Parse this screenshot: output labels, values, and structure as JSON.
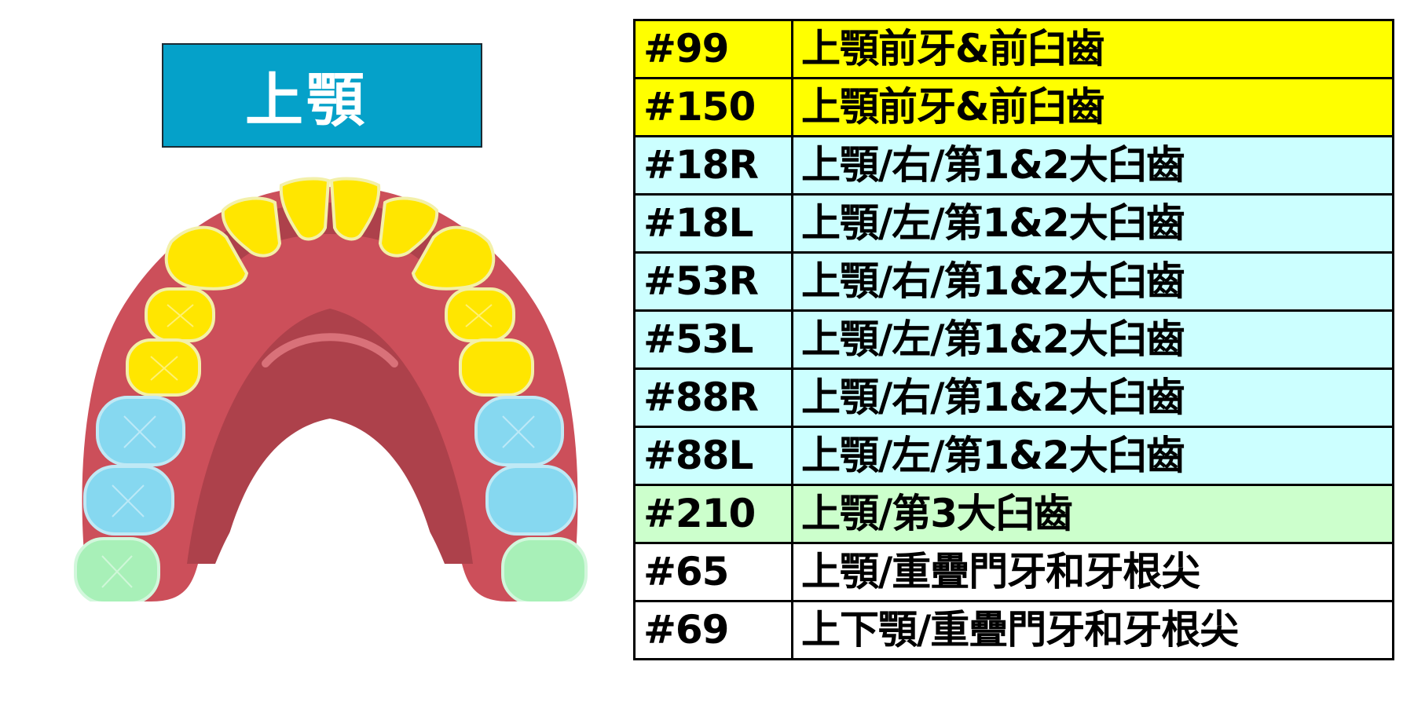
{
  "title": "上顎",
  "colors": {
    "title_bg": "#05a1c9",
    "yellow": "#ffff00",
    "light_blue": "#ccffff",
    "light_green": "#ccffcc",
    "white": "#ffffff",
    "gum": "#cc4f5a",
    "gum_dark": "#ad414b",
    "tooth_yellow": "#ffe600",
    "tooth_blue": "#86d8f0",
    "tooth_green": "#a8f0b8"
  },
  "diagram": {
    "name": "upper-jaw-arch",
    "teeth_groups": [
      {
        "group": "front-teeth-and-premolars",
        "color": "yellow",
        "count": 10
      },
      {
        "group": "first-and-second-molars",
        "color": "blue",
        "count": 4
      },
      {
        "group": "third-molars",
        "color": "green",
        "count": 2
      }
    ]
  },
  "legend": {
    "rows": [
      {
        "code": "#99",
        "label": "上顎前牙&前臼齒",
        "bg": "#ffff00"
      },
      {
        "code": "#150",
        "label": "上顎前牙&前臼齒",
        "bg": "#ffff00"
      },
      {
        "code": "#18R",
        "label": "上顎/右/第1&2大臼齒",
        "bg": "#ccffff"
      },
      {
        "code": "#18L",
        "label": "上顎/左/第1&2大臼齒",
        "bg": "#ccffff"
      },
      {
        "code": "#53R",
        "label": "上顎/右/第1&2大臼齒",
        "bg": "#ccffff"
      },
      {
        "code": "#53L",
        "label": "上顎/左/第1&2大臼齒",
        "bg": "#ccffff"
      },
      {
        "code": "#88R",
        "label": "上顎/右/第1&2大臼齒",
        "bg": "#ccffff"
      },
      {
        "code": "#88L",
        "label": "上顎/左/第1&2大臼齒",
        "bg": "#ccffff"
      },
      {
        "code": "#210",
        "label": "上顎/第3大臼齒",
        "bg": "#ccffcc"
      },
      {
        "code": "#65",
        "label": "上顎/重疊門牙和牙根尖",
        "bg": "#ffffff"
      },
      {
        "code": "#69",
        "label": "上下顎/重疊門牙和牙根尖",
        "bg": "#ffffff"
      }
    ]
  }
}
